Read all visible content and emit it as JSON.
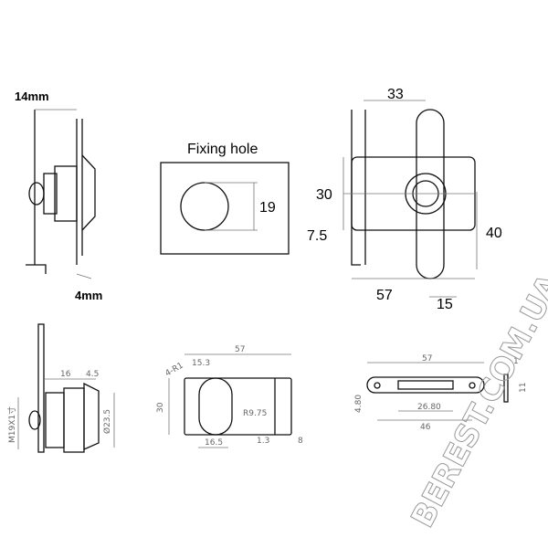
{
  "top_side_view": {
    "dim_top": "14mm",
    "dim_bottom": "4mm"
  },
  "fixing_hole": {
    "title": "Fixing hole",
    "diameter": "19"
  },
  "front_view": {
    "width_top": "33",
    "height": "30",
    "offset": "7.5",
    "cam_length": "40",
    "width_bottom": "57",
    "cam_width": "15"
  },
  "bottom_side_view": {
    "thread": "M19X1寸",
    "length": "16",
    "flange": "4.5",
    "diameter": "Ø23.5"
  },
  "cam_view": {
    "length": "57",
    "offset": "15.3",
    "corner": "4-R1",
    "height": "30",
    "radius": "R9.75",
    "hole_width": "16.5",
    "thickness": "1.3",
    "end": "8"
  },
  "strike_plate": {
    "length": "57",
    "height": "4.80",
    "slot": "26.80",
    "holes": "46",
    "thickness": "1",
    "side": "11"
  },
  "watermark": "BEREST.COM.UA"
}
